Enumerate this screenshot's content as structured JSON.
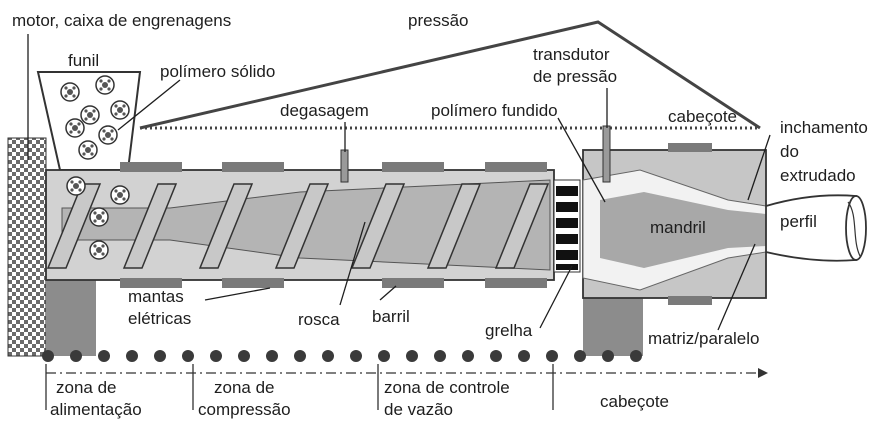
{
  "labels": {
    "motor": "motor, caixa de engrenagens",
    "pressao": "pressão",
    "funil": "funil",
    "polimero_solido": "polímero sólido",
    "transdutor_1": "transdutor",
    "transdutor_2": "de pressão",
    "degasagem": "degasagem",
    "polimero_fundido": "polímero fundido",
    "cabecote_top": "cabeçote",
    "inchamento_1": "inchamento",
    "inchamento_2": "do",
    "inchamento_3": "extrudado",
    "mandril": "mandril",
    "perfil": "perfil",
    "mantas_1": "mantas",
    "mantas_2": "elétricas",
    "rosca": "rosca",
    "barril": "barril",
    "grelha": "grelha",
    "matriz": "matriz/paralelo"
  },
  "zones": {
    "alimentacao_1": "zona de",
    "alimentacao_2": "alimentação",
    "compressao_1": "zona de",
    "compressao_2": "compressão",
    "vazao_1": "zona de controle",
    "vazao_2": "de vazão",
    "cabecote": "cabeçote"
  }
}
